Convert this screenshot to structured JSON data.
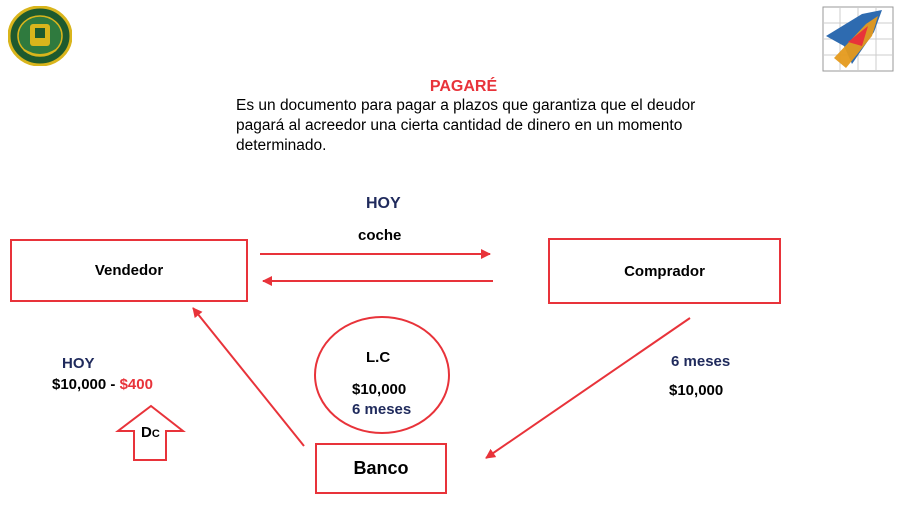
{
  "header": {
    "title": "PAGARÉ",
    "definition": "Es un documento para pagar a plazos que garantiza que el deudor pagará al acreedor una cierta cantidad de dinero en un momento determinado."
  },
  "diagram": {
    "seller_label": "Vendedor",
    "buyer_label": "Comprador",
    "bank_label": "Banco",
    "top_when": "HOY",
    "top_item": "coche",
    "circle": {
      "label": "L.C",
      "amount": "$10,000",
      "term": "6 meses"
    },
    "right": {
      "term": "6 meses",
      "amount": "$10,000"
    },
    "left": {
      "when": "HOY",
      "amount": "$10,000 - ",
      "discount": "$400"
    },
    "arrow_label_main": "D",
    "arrow_label_sub": "C"
  },
  "colors": {
    "accent": "#e8333a",
    "navy": "#1f2a5c",
    "logo_green": "#1e5a2e",
    "logo_gold": "#d9b51c",
    "logo_blue": "#2e6bb0",
    "logo_orange": "#e59a1c"
  },
  "icons": {
    "left_logo": "university-seal-icon",
    "right_logo": "upward-arrow-grid-logo-icon"
  }
}
